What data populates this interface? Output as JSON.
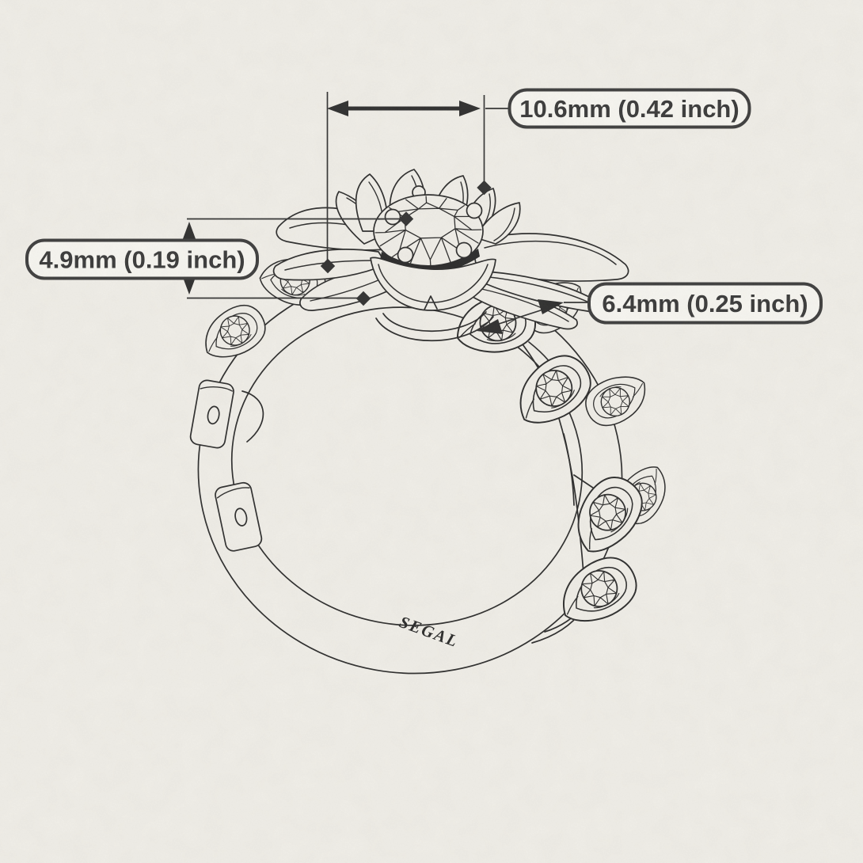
{
  "illustration": {
    "type": "jewelry-technical-sketch",
    "subject": "lotus flower diamond ring with leaf vine band",
    "brand_engraving": "SEGAL"
  },
  "dimensions": {
    "width_label": "10.6mm (0.42 inch)",
    "height_label": "4.9mm (0.19 inch)",
    "leaf_label": "6.4mm (0.25 inch)"
  },
  "colors": {
    "background": "#f0eee8",
    "line": "#2d2d2d",
    "label_text": "#3a3a3a",
    "label_border": "#3e3e3e",
    "label_fill": "#f7f6f1"
  }
}
